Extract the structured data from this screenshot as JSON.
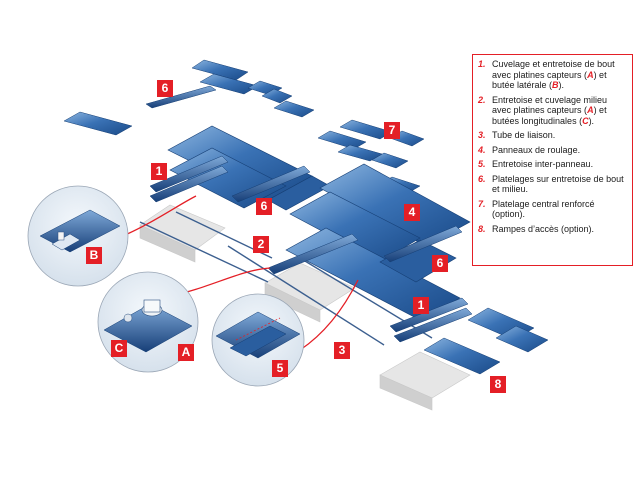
{
  "callouts": {
    "c1a": "1",
    "c1b": "1",
    "c2": "2",
    "c3": "3",
    "c4": "4",
    "c5": "5",
    "c6a": "6",
    "c6b": "6",
    "c6c": "6",
    "c7": "7",
    "c8": "8",
    "cA": "A",
    "cB": "B",
    "cC": "C"
  },
  "legend": [
    {
      "num": "1.",
      "parts": [
        "Cuvelage et entretoise de bout avec platines capteurs (",
        "A",
        ") et butée latérale (",
        "B",
        ")."
      ]
    },
    {
      "num": "2.",
      "parts": [
        "Entretoise et cuvelage milieu avec platines capteurs (",
        "A",
        ") et butées longitudinales (",
        "C",
        ")."
      ]
    },
    {
      "num": "3.",
      "parts": [
        "Tube de liaison."
      ]
    },
    {
      "num": "4.",
      "parts": [
        "Panneaux de roulage."
      ]
    },
    {
      "num": "5.",
      "parts": [
        "Entretoise inter-panneau."
      ]
    },
    {
      "num": "6.",
      "parts": [
        "Platelages sur entretoise de bout et milieu."
      ]
    },
    {
      "num": "7.",
      "parts": [
        "Platelage central renforcé (option)."
      ]
    },
    {
      "num": "8.",
      "parts": [
        "Rampes d’accès (option)."
      ]
    }
  ],
  "colors": {
    "accent": "#e41f26",
    "steel_dark": "#1e4f8c",
    "steel_light": "#6f9fd2",
    "concrete": "#e4e4e4"
  }
}
